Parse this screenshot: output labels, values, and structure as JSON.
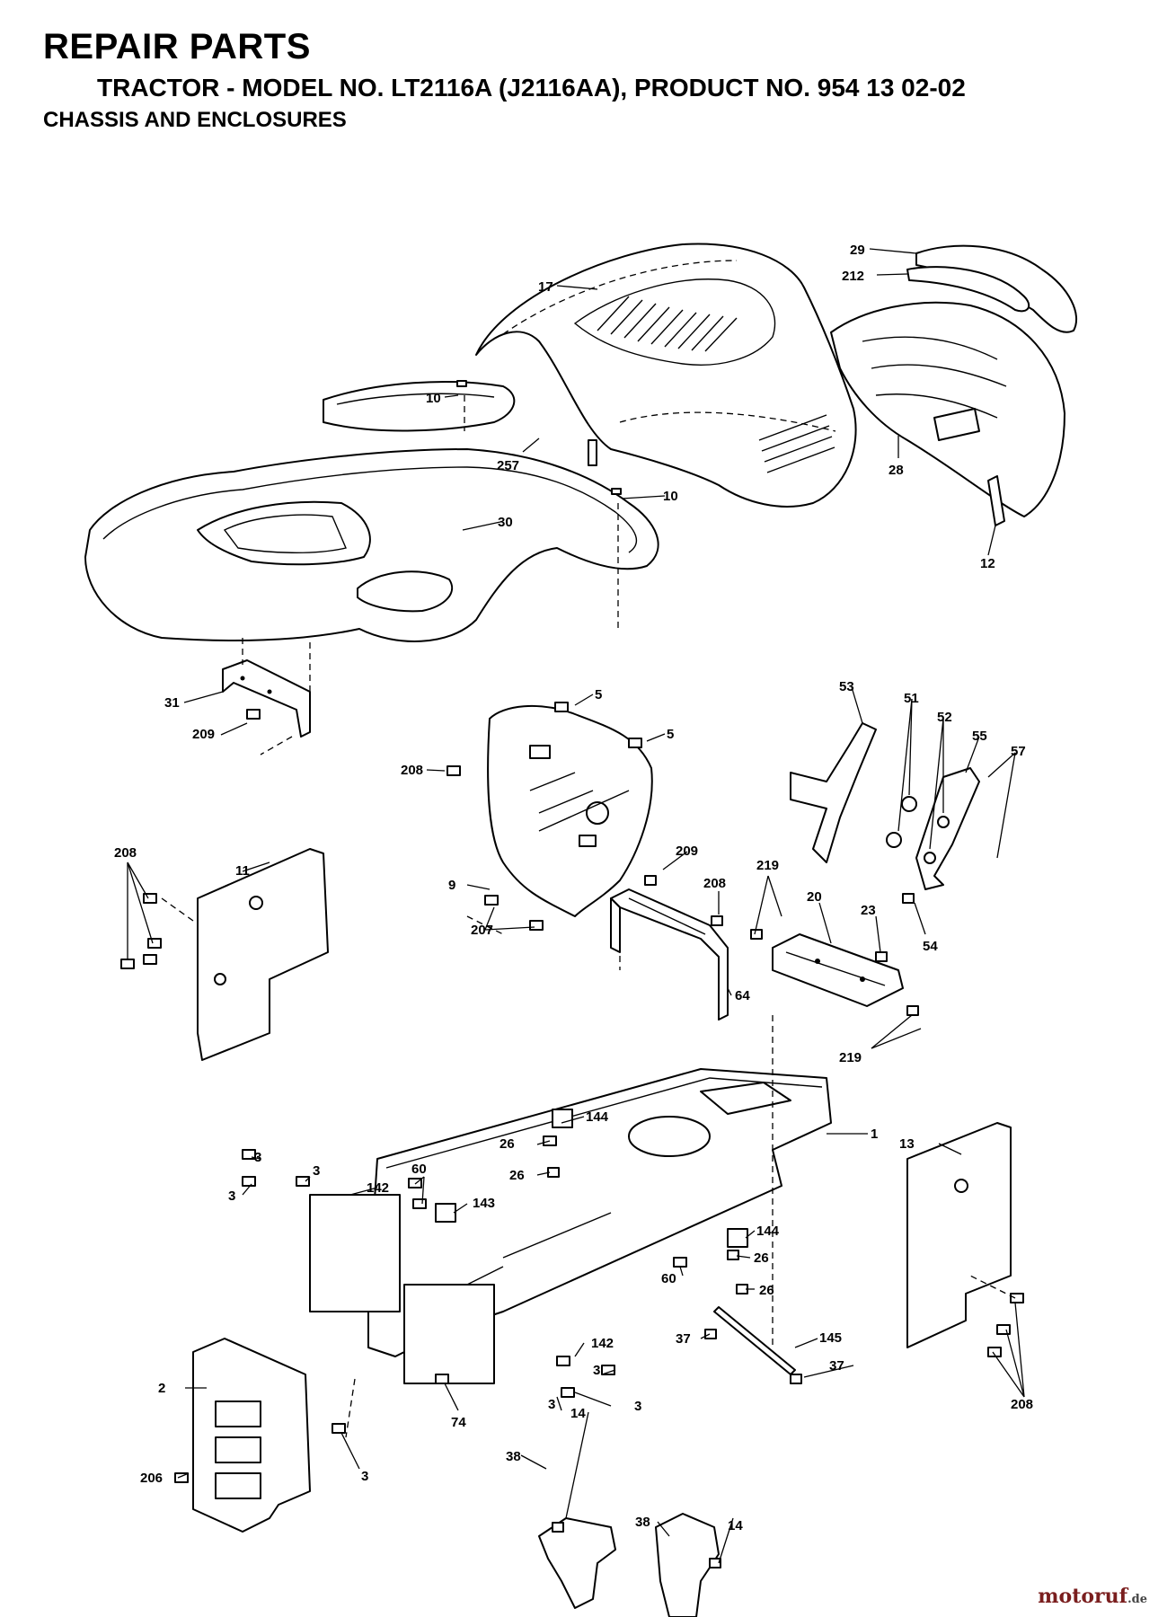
{
  "header": {
    "title": "REPAIR PARTS",
    "subtitle": "TRACTOR - MODEL NO. LT2116A (J2116AA), PRODUCT NO. 954 13 02-02",
    "section": "CHASSIS AND ENCLOSURES"
  },
  "callouts": {
    "p29": "29",
    "p212": "212",
    "p17": "17",
    "p10a": "10",
    "p10b": "10",
    "p257": "257",
    "p28": "28",
    "p30": "30",
    "p12": "12",
    "p31": "31",
    "p209a": "209",
    "p5a": "5",
    "p5b": "5",
    "p53": "53",
    "p51": "51",
    "p52": "52",
    "p55": "55",
    "p57": "57",
    "p208a": "208",
    "p9": "9",
    "p209b": "209",
    "p208b": "208",
    "p219a": "219",
    "p20": "20",
    "p23": "23",
    "p54": "54",
    "p208c": "208",
    "p11": "11",
    "p207": "207",
    "p64": "64",
    "p219b": "219",
    "p1": "1",
    "p144a": "144",
    "p26a": "26",
    "p26b": "26",
    "p13": "13",
    "p3a": "3",
    "p3b": "3",
    "p3c": "3",
    "p60a": "60",
    "p142a": "142",
    "p143": "143",
    "p144b": "144",
    "p26c": "26",
    "p60b": "60",
    "p26d": "26",
    "p142b": "142",
    "p3d": "3",
    "p3e": "3",
    "p37a": "37",
    "p145": "145",
    "p37b": "37",
    "p208d": "208",
    "p2": "2",
    "p3f": "3",
    "p74": "74",
    "p3g": "3",
    "p14a": "14",
    "p38a": "38",
    "p206": "206",
    "p38b": "38",
    "p14b": "14"
  },
  "watermark": {
    "name": "motoruf",
    "tld": ".de"
  }
}
